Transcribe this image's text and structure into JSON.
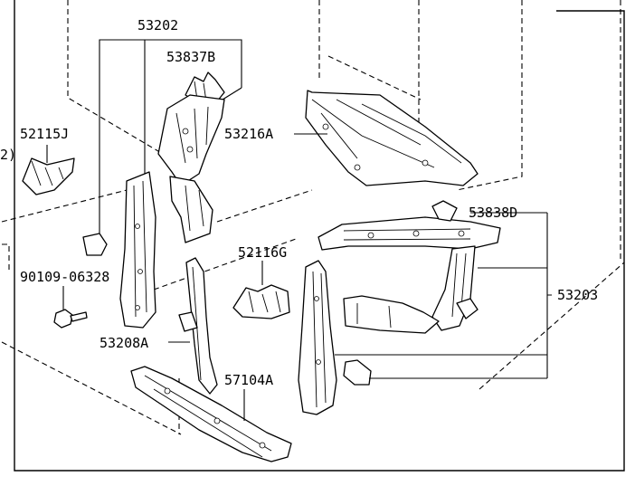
{
  "labels": {
    "p53202": "53202",
    "p53837B": "53837B",
    "p52115J": "52115J",
    "p53216A": "53216A",
    "p53838D": "53838D",
    "p52116G": "52116G",
    "p90109": "90109-06328",
    "p53203": "53203",
    "p53208A": "53208A",
    "p57104A": "57104A",
    "edge_mark": "2)"
  }
}
